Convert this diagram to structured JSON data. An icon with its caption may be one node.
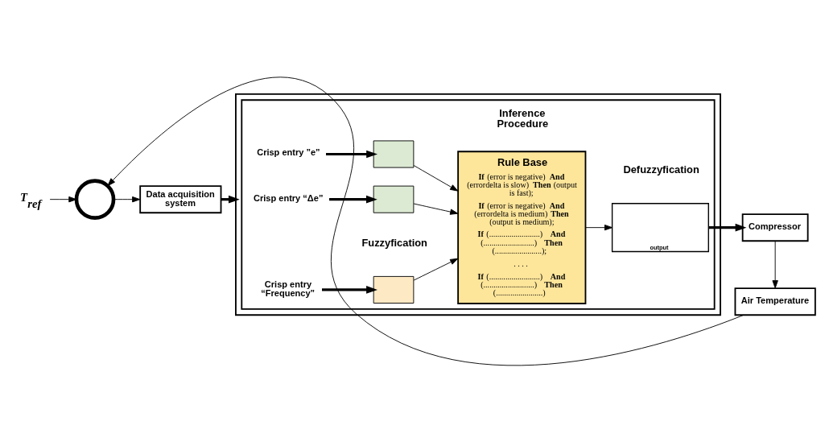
{
  "diagram": {
    "nodes": [
      {
        "text": [],
        "shape": "box"
      },
      {
        "text": [],
        "shape": "box",
        "in": 0
      },
      {
        "text": [
          "Crisp entry ”e”"
        ],
        "in": 1
      },
      {
        "text": [],
        "shape": "box",
        "in": 1
      },
      {
        "text": [
          "Crisp entry “Δe”"
        ],
        "in": 1
      },
      {
        "text": [],
        "shape": "box",
        "in": 1
      },
      {
        "text": [
          "Crisp entry “Frequency”"
        ],
        "in": 1
      },
      {
        "text": [],
        "shape": "box",
        "in": 1
      },
      {
        "text": [
          "Rule Base",
          "**If** (error is negative) **And** (errordelta is slow) **Then** (output is fast);",
          "**If** (error is negative) **And** (errordelta is medium) **Then** (output is medium);",
          "**If** (.........................) **And** (.........................) **Then** (.......................);",
          ". . . .",
          "**If** (.........................) **And** (.........................) **Then** (.......................)"
        ],
        "in": 1
      },
      {
        "text": [
          "output"
        ],
        "in": 1
      },
      {
        "text": [
          "Compressor"
        ]
      },
      {
        "text": [
          "Air Temperature"
        ]
      },
      {
        "text": [
          "Data acquisition system"
        ]
      },
      {
        "text": [],
        "shape": "circle"
      },
      {
        "text": [
          "T$_{ref}$"
        ]
      }
    ],
    "edges": [
      {
        "from": 2,
        "to": 3,
        "arrow": "to",
        "style": "thick"
      },
      {
        "from": 4,
        "to": 5,
        "arrow": "to",
        "style": "thick"
      },
      {
        "from": 6,
        "to": 7,
        "arrow": "to",
        "style": "thick"
      },
      {
        "from": 3,
        "to": 8,
        "arrow": "to"
      },
      {
        "from": 5,
        "to": 8,
        "arrow": "to"
      },
      {
        "from": 7,
        "to": 8,
        "arrow": "to"
      },
      {
        "from": 8,
        "to": 9,
        "arrow": "to"
      },
      {
        "from": 9,
        "to": 10,
        "arrow": "to",
        "style": "thick"
      },
      {
        "from": 10,
        "to": 11,
        "arrow": "to"
      },
      {
        "from": 11,
        "to": 13,
        "arrow": "to"
      },
      {
        "from": 14,
        "to": 13,
        "arrow": "to"
      },
      {
        "from": 13,
        "to": 12,
        "arrow": "to"
      },
      {
        "from": 12,
        "to": 0,
        "arrow": "to",
        "style": "thick"
      }
    ],
    "labels": [
      "Fuzzyfication",
      "Inference Procedure",
      "Defuzzyfication"
    ]
  }
}
